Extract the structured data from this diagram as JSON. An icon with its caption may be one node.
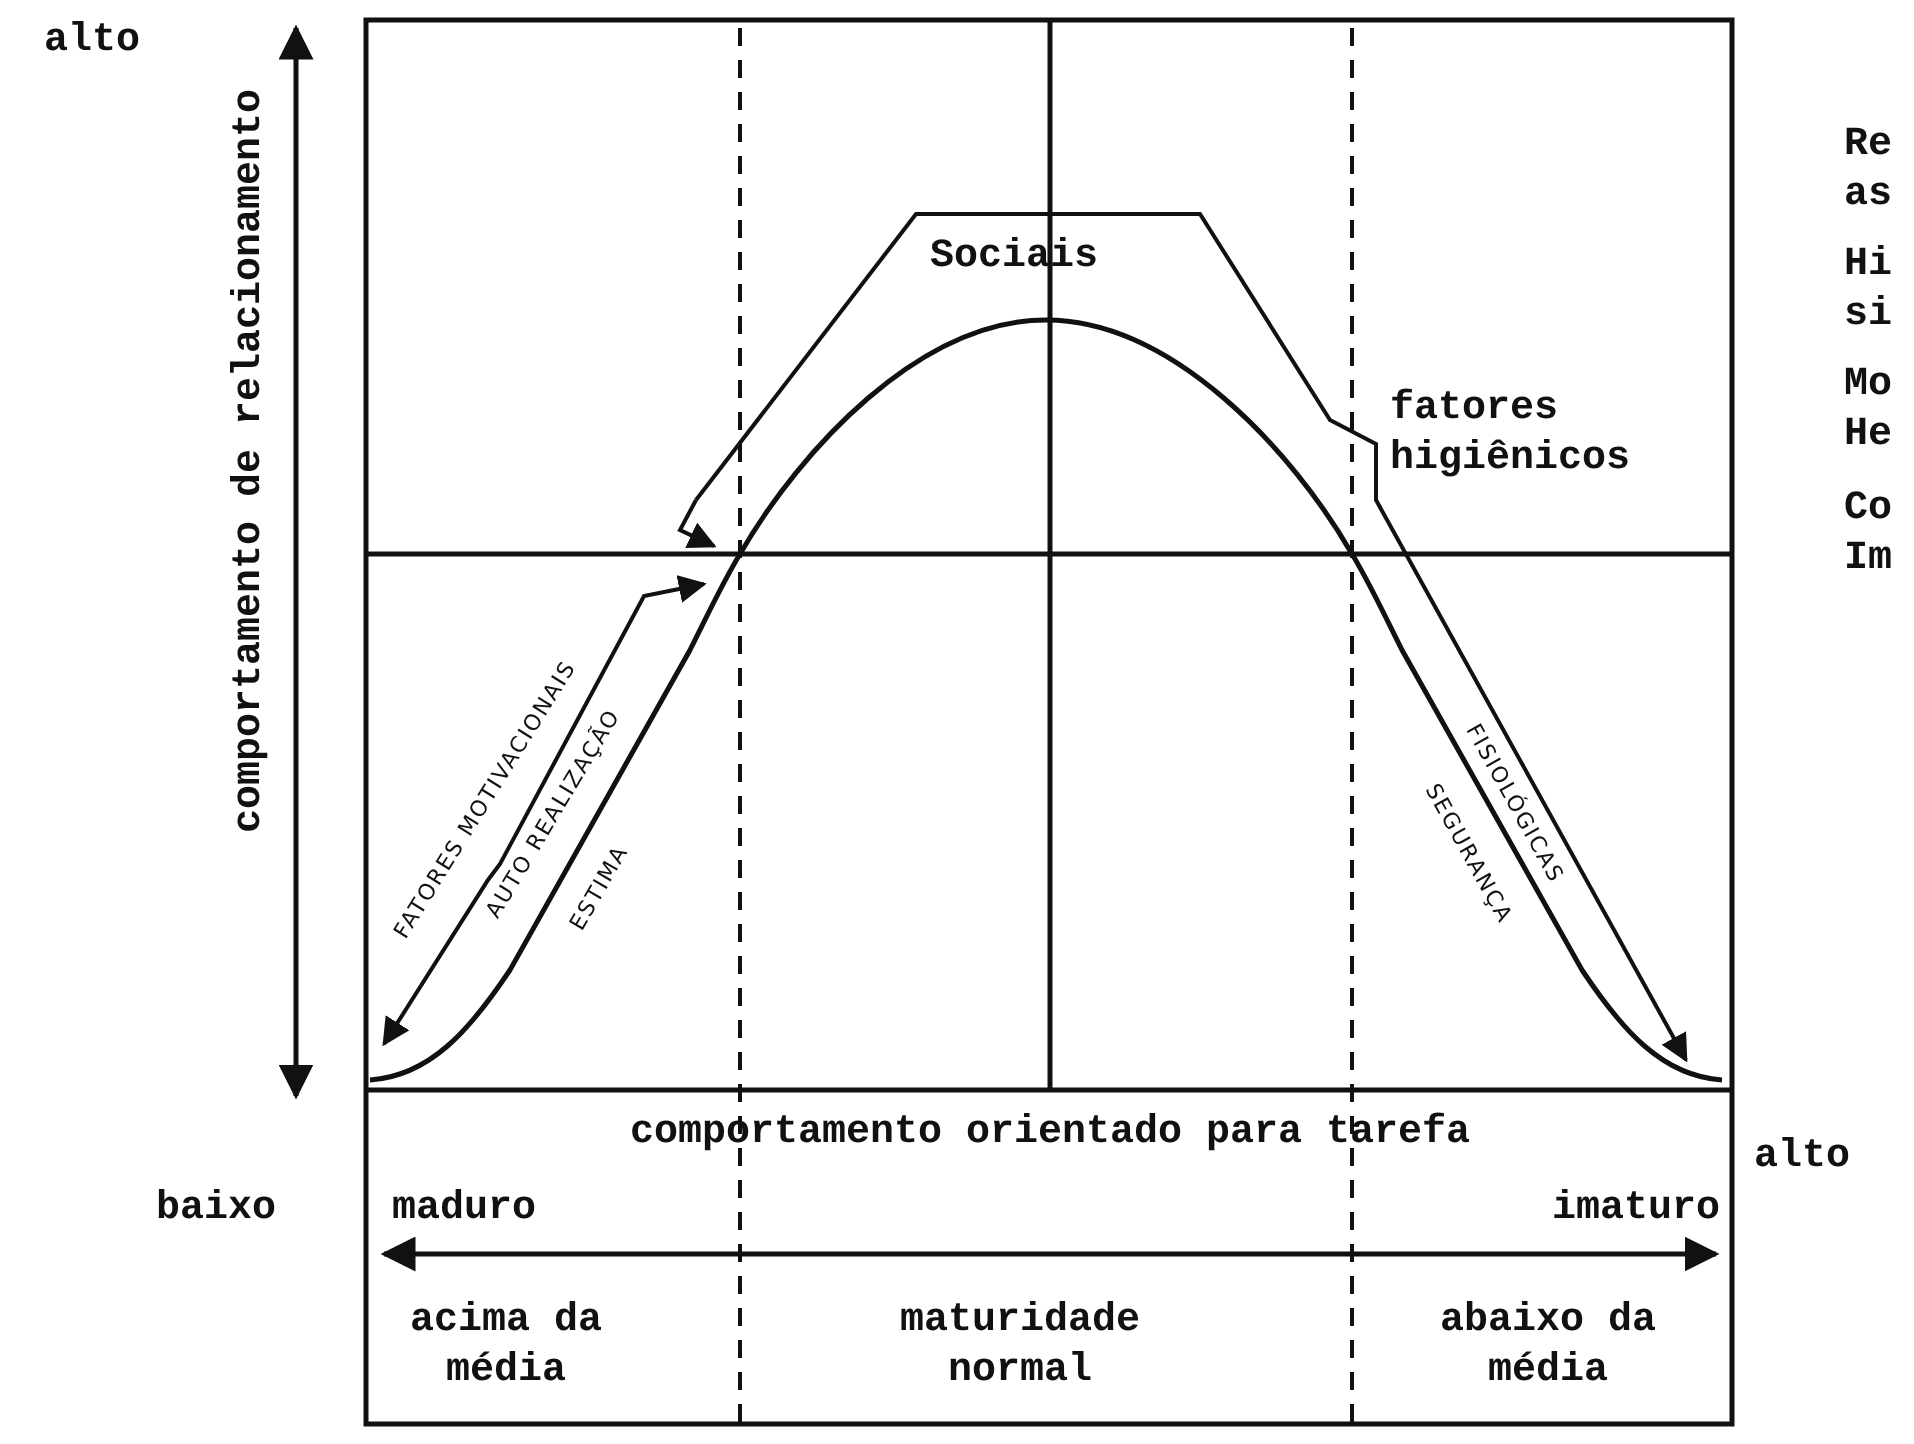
{
  "diagram": {
    "labels": [
      "alto",
      "comportamento de relacionamento",
      "Sociais",
      "fatores higiênicos",
      "Re as",
      "Hi si",
      "Mo He",
      "Co Im",
      "FATORES MOTIVACIONAIS",
      "AUTO REALIZAÇÃO",
      "ESTIMA",
      "FISIOLÓGICAS",
      "SEGURANÇA",
      "comportamento orientado para tarefa",
      "alto",
      "baixo",
      "maduro",
      "imaturo",
      "acima da média",
      "maturidade normal",
      "abaixo da média"
    ]
  }
}
